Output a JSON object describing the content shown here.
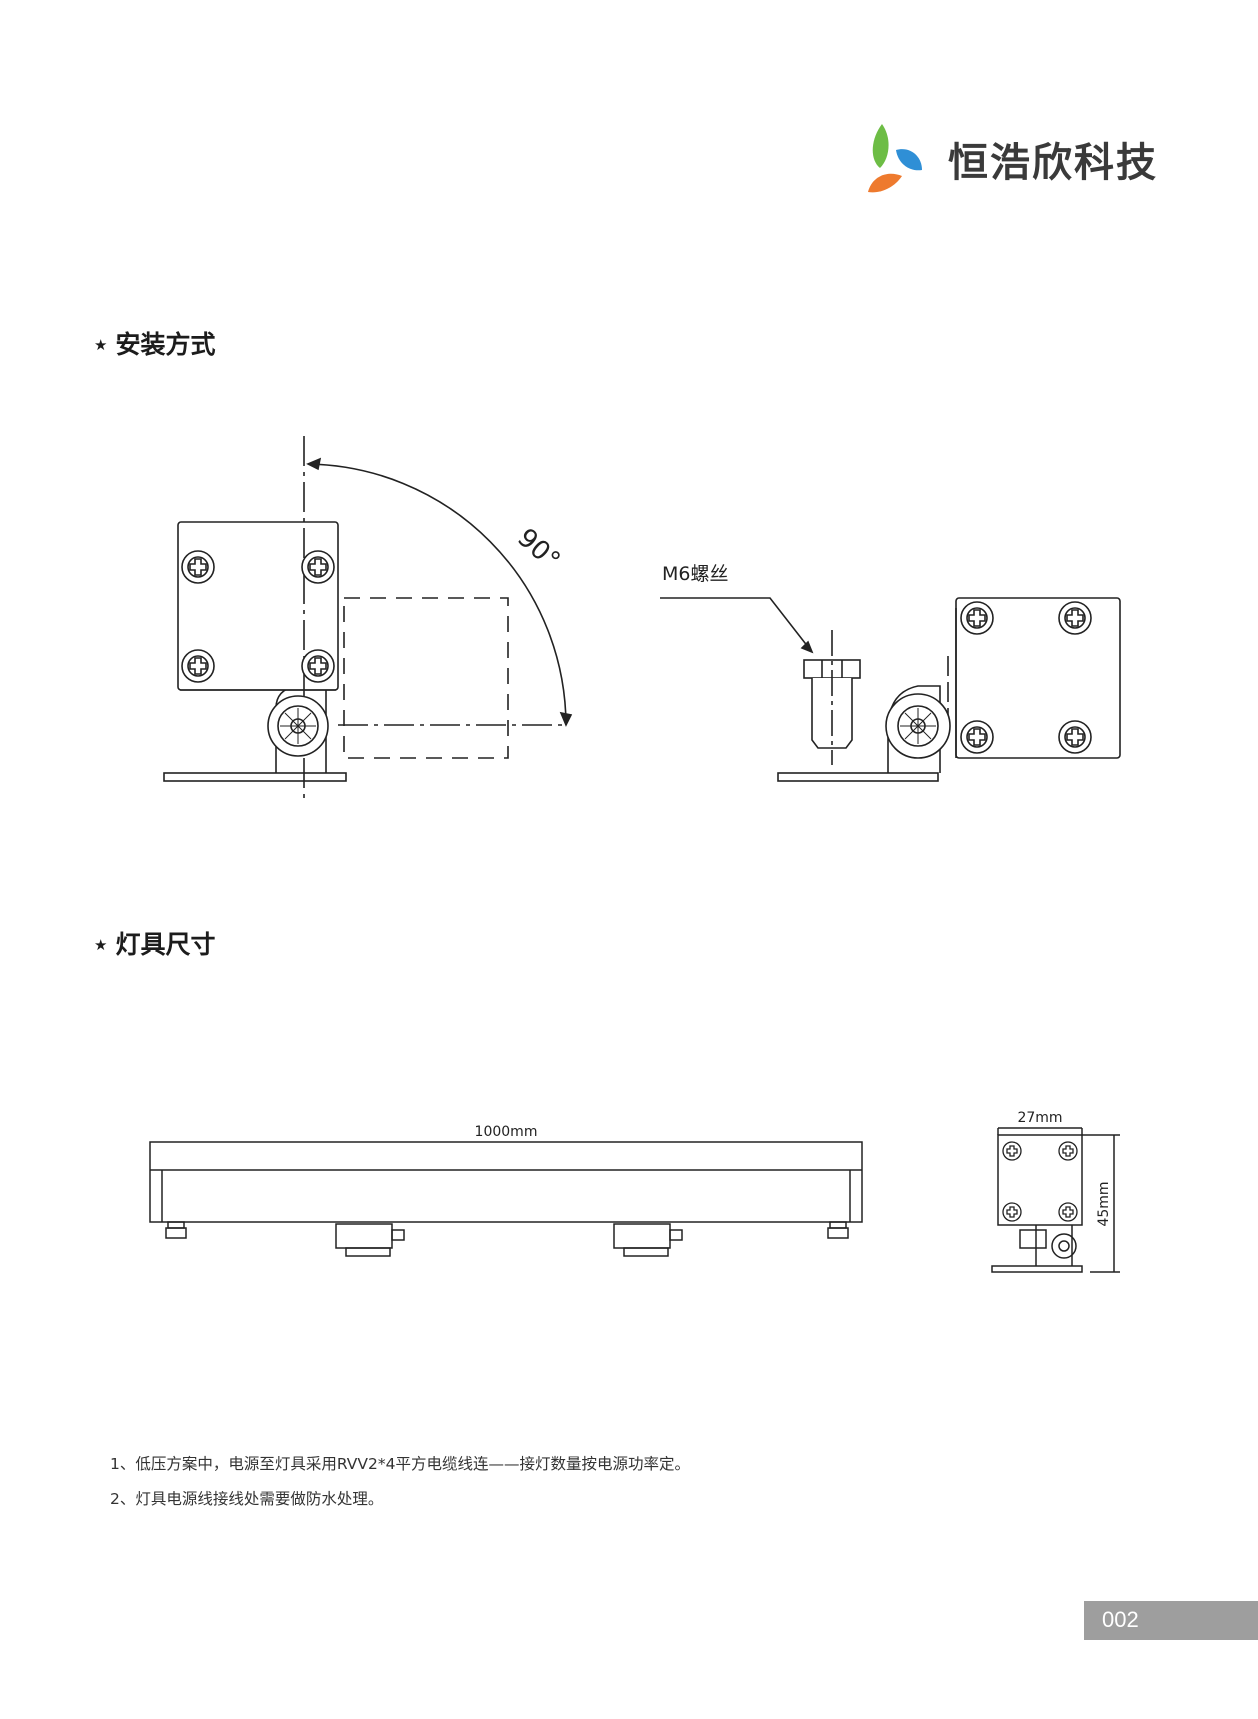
{
  "brand": {
    "name": "恒浩欣科技",
    "colors": {
      "green": "#6dbd45",
      "blue": "#2f8fd6",
      "orange": "#ee7a2e"
    }
  },
  "sections": {
    "install": {
      "title": "安装方式",
      "bullet": "★"
    },
    "dimensions": {
      "title": "灯具尺寸",
      "bullet": "★"
    }
  },
  "install_drawing": {
    "angle_label": "90°",
    "screw_label": "M6螺丝"
  },
  "dimension_drawing": {
    "length_label": "1000mm",
    "width_label": "27mm",
    "height_label": "45mm"
  },
  "notes": [
    "1、低压方案中，电源至灯具采用RVV2*4平方电缆线连——接灯数量按电源功率定。",
    "2、灯具电源线接线处需要做防水处理。"
  ],
  "page_number": "002"
}
